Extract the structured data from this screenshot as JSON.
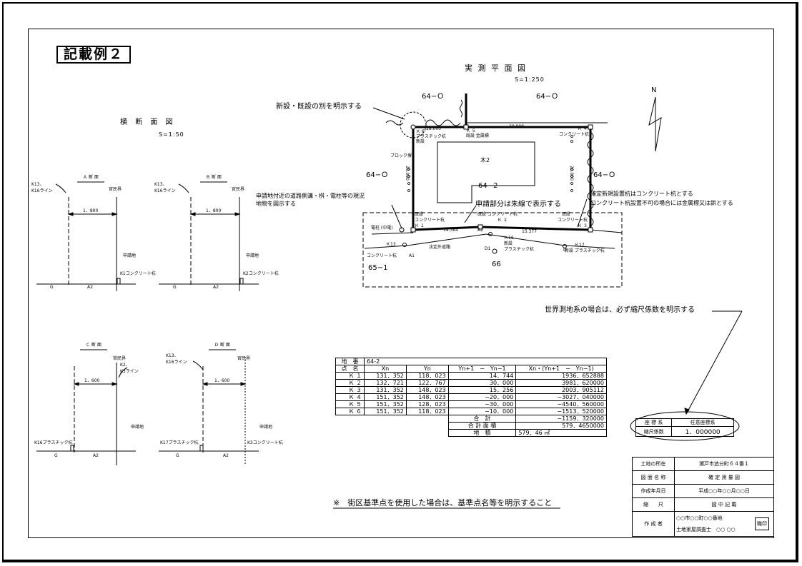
{
  "doc": {
    "title": "記載例２"
  },
  "plan": {
    "title": "実 測 平 面 図",
    "scale": "S=1:250",
    "north": "N",
    "lots": {
      "top_left": "64−Ｏ",
      "top_right": "64−Ｏ",
      "left": "64−Ｏ",
      "right": "64−Ｏ",
      "bottom_left": "65−1",
      "bottom": "66"
    },
    "building_label": "木2",
    "lot_label": "64−2",
    "points": {
      "k1": [
        "既設",
        "コンクリート杭",
        "Ｋ １"
      ],
      "k2": [
        "既設 コンクリート杭",
        "Ｋ ２"
      ],
      "k3": [
        "既設",
        "コンクリート杭",
        "Ｋ ３"
      ],
      "k4": [
        "Ｋ ４",
        "コンクリート杭"
      ],
      "k5": [
        "Ｋ ５",
        "既設 金属標"
      ],
      "k6": [
        "Ｋ 6",
        "プラスチック杭",
        "新設"
      ],
      "k13": [
        "Ｋ13",
        "コンクリート杭"
      ],
      "k16": [
        "Ｋ16",
        "新設",
        "プラスチック杭"
      ],
      "k17": [
        "Ｋ17",
        "新設 プラスチック杭"
      ]
    },
    "dims": {
      "top": "20.000",
      "left_v": "20.000",
      "right_v": "20.000",
      "top_left": "18.000",
      "bottom_left": "14.364",
      "bottom_right": "15.377"
    },
    "misc": {
      "block_wall": "ブロック塀",
      "pole": "電柱 (中電)",
      "road": "法定外道路",
      "a2": "A2",
      "d1": "D1",
      "a1": "A1",
      "d": "D"
    },
    "notes": {
      "new_existing": "新設・既設の別を明示する",
      "current_objects_1": "申請地付近の道路側溝・桝・電柱等の現況",
      "current_objects_2": "地物を図示する",
      "red_line": "申請部分は朱線で表示する",
      "pile_1": "確定新規設置杭はコンクリート杭とする",
      "pile_2": "コンクリート杭設置不可の場合には金属標又は鋲とする",
      "world": "世界測地系の場合は、必ず縮尺係数を明示する"
    }
  },
  "sections": {
    "title": "横 断 面 図",
    "scale": "S=1:50",
    "A": {
      "name": "Ａ 断 面",
      "line": [
        "K13、",
        "K16ライン"
      ],
      "side": "官民界",
      "width": "1．800",
      "pile": "K1コンクリート杭",
      "land": "申請地",
      "g": "G",
      "a2": "A2"
    },
    "B": {
      "name": "Ｂ 断 面",
      "line": [
        "K13、",
        "K16ライン"
      ],
      "side": "官民界",
      "width": "1．800",
      "pile": "K2コンクリート杭",
      "land": "申請地",
      "g": "G",
      "a2": "A2"
    },
    "C": {
      "name": "Ｃ 断 面",
      "line": [
        "K2、",
        "K3ライン"
      ],
      "side": "官民界",
      "width": "1．600",
      "pile": "K16プラスチック杭",
      "land": "申請地",
      "g": "G",
      "a2": "A2"
    },
    "D": {
      "name": "Ｄ 断 面",
      "line": [
        "K13、",
        "K16ライン"
      ],
      "side": "官民界",
      "width": "1．600",
      "pile_l": "K17プラスチック杭",
      "pile_r": "K3コンクリート杭",
      "land": "申請地",
      "g": "G",
      "a2": "A2"
    }
  },
  "area_table": {
    "lot_label": "地　番",
    "lot_value": "64-2",
    "headers": [
      "点　名",
      "Xn",
      "Yn",
      "Yn+1　−　Yn−1",
      "Xn・(Yn+1　−　Yn−1)"
    ],
    "rows": [
      [
        "Ｋ １",
        "131．352",
        "118．023",
        "14．744",
        "1936．652888"
      ],
      [
        "Ｋ ２",
        "132．721",
        "122．767",
        "30．000",
        "3981．620000"
      ],
      [
        "Ｋ ３",
        "131．352",
        "148．023",
        "15．256",
        "2003．905112"
      ],
      [
        "Ｋ ４",
        "151．352",
        "148．023",
        "−20．000",
        "−3027．040000"
      ],
      [
        "Ｋ ５",
        "151．352",
        "128．023",
        "−30．000",
        "−4540．560000"
      ],
      [
        "Ｋ ６",
        "151．352",
        "118．023",
        "−10．000",
        "−1513．520000"
      ]
    ],
    "sum_label": "合　計",
    "sum_value": "−1159．320000",
    "total_label": "合 計 面 積",
    "total_value": "579．4650000",
    "area_label": "地　積",
    "area_value": "579．46 ㎡"
  },
  "coef": {
    "headers": [
      "座 標 系",
      "任意座標系"
    ],
    "label": "縮尺係数",
    "value": "1．000000"
  },
  "info": {
    "rows": [
      [
        "土地の所在",
        "瀬戸市追分町６４番１"
      ],
      [
        "図 面 名 称",
        "確 定 測 量 図"
      ],
      [
        "作成年月日",
        "平成○○年○○月○○日"
      ],
      [
        "縮　　尺",
        "図 中 記 載"
      ]
    ],
    "author_label": "作 成 者",
    "author_lines": [
      "○○市○○町○○番地",
      "土地家屋調査士　○○ ○○"
    ],
    "seal": "職印"
  },
  "footer_note": "※　街区基準点を使用した場合は、基準点名等を明示すること"
}
